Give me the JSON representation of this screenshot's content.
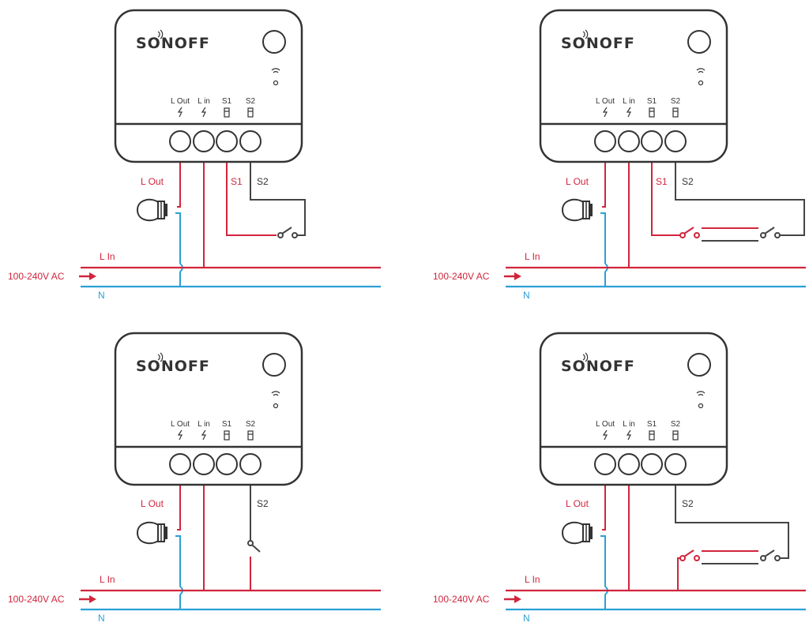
{
  "brand": "SONOFF",
  "ports": {
    "l_out": "L Out",
    "l_in": "L in",
    "s1": "S1",
    "s2": "S2"
  },
  "diagrams": [
    {
      "id": "single-switch-s1",
      "wire_labels": {
        "l_out": "L Out",
        "s1": "S1",
        "s2": "S2",
        "l_in": "L In",
        "supply": "100-240V AC",
        "n": "N"
      }
    },
    {
      "id": "two-way-switch-s1",
      "wire_labels": {
        "l_out": "L Out",
        "s1": "S1",
        "s2": "S2",
        "l_in": "L In",
        "supply": "100-240V AC",
        "n": "N"
      }
    },
    {
      "id": "single-switch-s2",
      "wire_labels": {
        "l_out": "L Out",
        "s2": "S2",
        "l_in": "L In",
        "supply": "100-240V AC",
        "n": "N"
      }
    },
    {
      "id": "two-way-switch-s2",
      "wire_labels": {
        "l_out": "L Out",
        "s2": "S2",
        "l_in": "L In",
        "supply": "100-240V AC",
        "n": "N"
      }
    }
  ],
  "colors": {
    "live": "#d1253c",
    "neutral": "#2aa0d6",
    "switch_wire": "#444444",
    "device": "#333333"
  }
}
